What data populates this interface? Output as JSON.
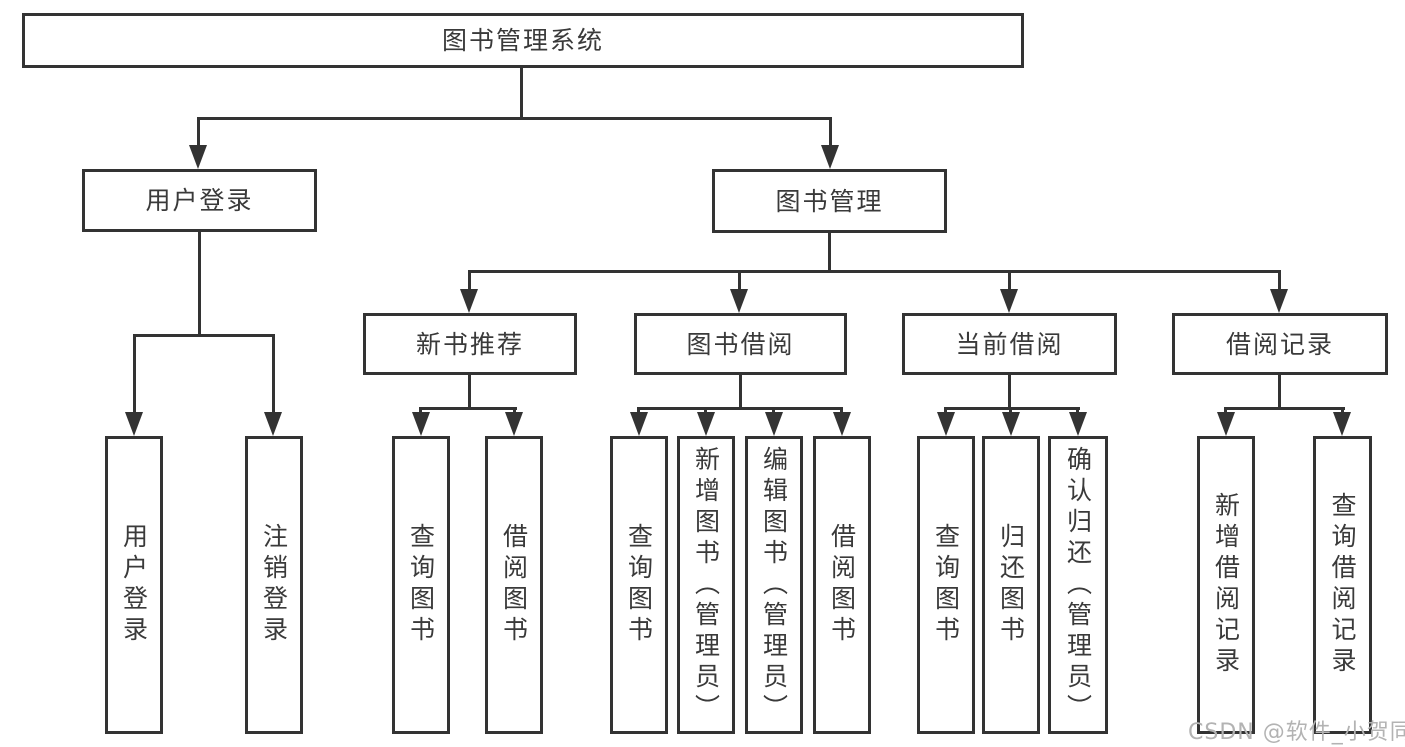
{
  "diagram": {
    "root": {
      "label": "图书管理系统"
    },
    "branches": {
      "user_login": {
        "label": "用户登录",
        "children": {
          "login": {
            "label": "用户登录"
          },
          "logout": {
            "label": "注销登录"
          }
        }
      },
      "book_mgmt": {
        "label": "图书管理",
        "children": {
          "new_book_rec": {
            "label": "新书推荐",
            "children": {
              "query_book": {
                "label": "查询图书"
              },
              "borrow_book": {
                "label": "借阅图书"
              }
            }
          },
          "book_borrow": {
            "label": "图书借阅",
            "children": {
              "query_book": {
                "label": "查询图书"
              },
              "add_book": {
                "label": "新增图书（管理员）"
              },
              "edit_book": {
                "label": "编辑图书（管理员）"
              },
              "borrow_book": {
                "label": "借阅图书"
              }
            }
          },
          "current_borrow": {
            "label": "当前借阅",
            "children": {
              "query_book": {
                "label": "查询图书"
              },
              "return_book": {
                "label": "归还图书"
              },
              "confirm_return": {
                "label": "确认归还（管理员）"
              }
            }
          },
          "borrow_records": {
            "label": "借阅记录",
            "children": {
              "add_record": {
                "label": "新增借阅记录"
              },
              "query_record": {
                "label": "查询借阅记录"
              }
            }
          }
        }
      }
    },
    "watermark": "CSDN @软件_小贺同学",
    "colors": {
      "line": "#333333",
      "text": "#3a3a3a",
      "watermark": "#b3b3b3",
      "background": "#ffffff"
    }
  }
}
